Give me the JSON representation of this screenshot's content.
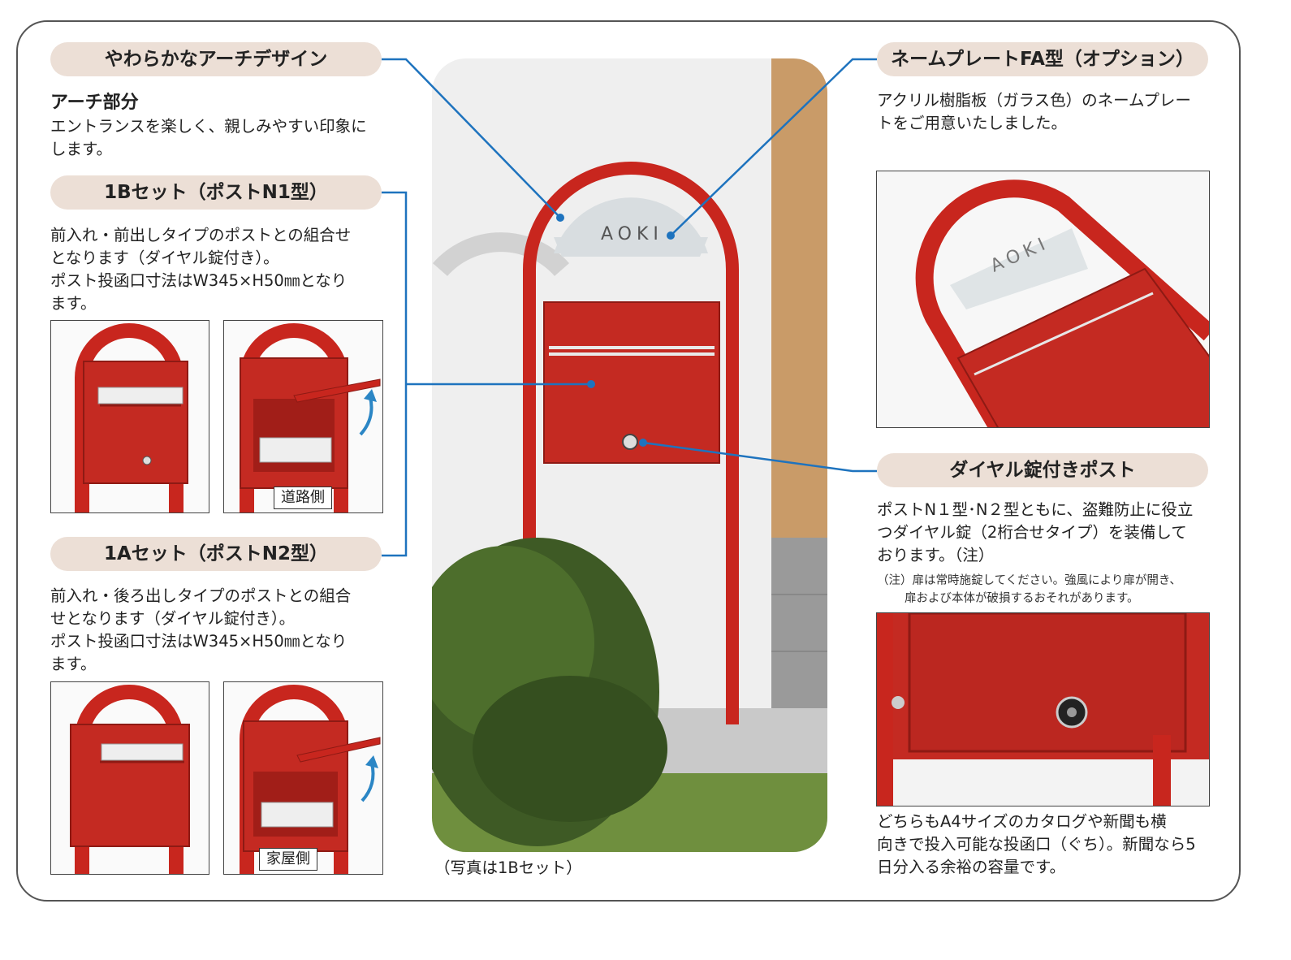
{
  "arch": {
    "heading": "やわらかなアーチデザイン",
    "subheading": "アーチ部分",
    "body": [
      "エントランスを楽しく、親しみやすい印象に",
      "します。"
    ]
  },
  "set1b": {
    "heading": "1Bセット（ポストN1型）",
    "body": [
      "前入れ・前出しタイプのポストとの組合せ",
      "となります（ダイヤル錠付き）。",
      "ポスト投函口寸法はW345×H50㎜となり",
      "ます。"
    ],
    "photo_tag": "道路側"
  },
  "set1a": {
    "heading": "1Aセット（ポストN2型）",
    "body": [
      "前入れ・後ろ出しタイプのポストとの組合",
      "せとなります（ダイヤル錠付き）。",
      "ポスト投函口寸法はW345×H50㎜となり",
      "ます。"
    ],
    "photo_tag": "家屋側"
  },
  "nameplate": {
    "heading": "ネームプレートFA型（オプション）",
    "body": [
      "アクリル樹脂板（ガラス色）のネームプレー",
      "トをご用意いたしました。"
    ],
    "plate_text": "AOKI"
  },
  "dial": {
    "heading": "ダイヤル錠付きポスト",
    "body": [
      "ポストN１型･N２型ともに、盗難防止に役立",
      "つダイヤル錠（2桁合せタイプ）を装備して",
      "おります。（注）"
    ],
    "note": [
      "（注）扉は常時施錠してください。強風により扉が開き、",
      "扉および本体が破損するおそれがあります。"
    ],
    "footer": [
      "どちらもA4サイズのカタログや新聞も横",
      "向きで投入可能な投函口（ぐち）。新聞なら5",
      "日分入る余裕の容量です。"
    ]
  },
  "main_photo": {
    "plate_text": "AOKI",
    "caption": "（写真は1Bセット）"
  },
  "colors": {
    "post_red": "#c8261e",
    "pill_bg": "#ecdfd6",
    "leader": "#1e73be"
  }
}
